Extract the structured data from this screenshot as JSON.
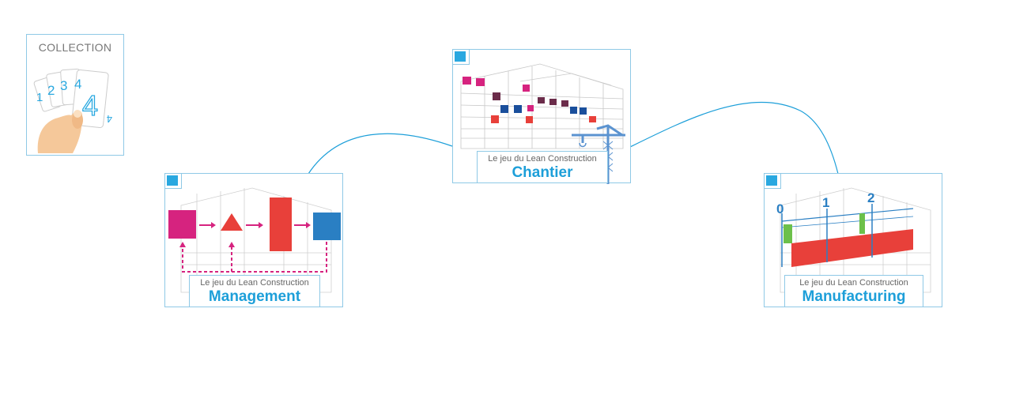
{
  "collection": {
    "title": "COLLECTION",
    "digits": [
      "1",
      "2",
      "3",
      "4",
      "4",
      "4"
    ]
  },
  "games": [
    {
      "subtitle": "Le jeu du Lean Construction",
      "title": "Chantier"
    },
    {
      "subtitle": "Le jeu du Lean Construction",
      "title": "Management"
    },
    {
      "subtitle": "Le jeu du Lean Construction",
      "title": "Manufacturing"
    }
  ],
  "manufacturing_markers": [
    "0",
    "1",
    "2"
  ],
  "colors": {
    "accent": "#29a8e0",
    "border": "#8fc9e6",
    "magenta": "#d6237f",
    "red": "#e8403a",
    "blue": "#2a7fc3",
    "navy": "#1a4f9c",
    "plum": "#6b2c4a",
    "green": "#6cc04a"
  }
}
